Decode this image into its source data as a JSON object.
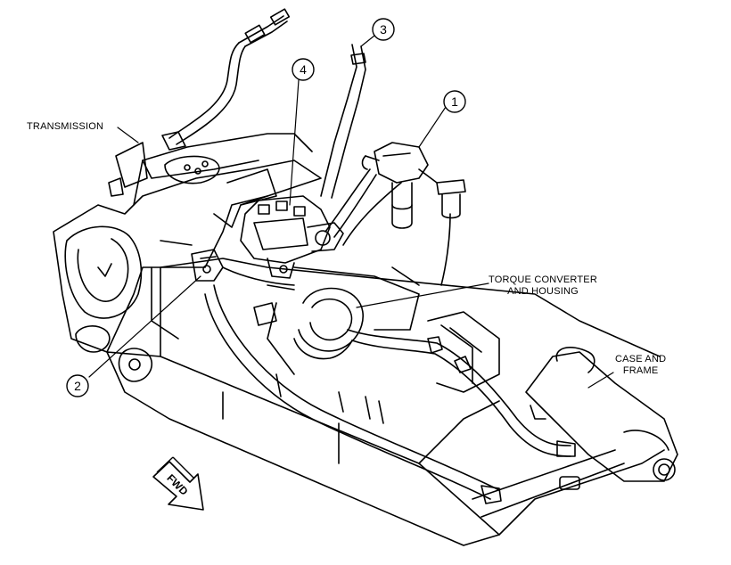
{
  "diagram": {
    "labels": {
      "transmission": "TRANSMISSION",
      "torque_converter_line1": "TORQUE CONVERTER",
      "torque_converter_line2": "AND HOUSING",
      "case_frame_line1": "CASE AND",
      "case_frame_line2": "FRAME"
    },
    "callouts": [
      "1",
      "2",
      "3",
      "4"
    ],
    "direction_arrow": "FWD",
    "colors": {
      "ink": "#000000",
      "paper": "#ffffff"
    }
  }
}
